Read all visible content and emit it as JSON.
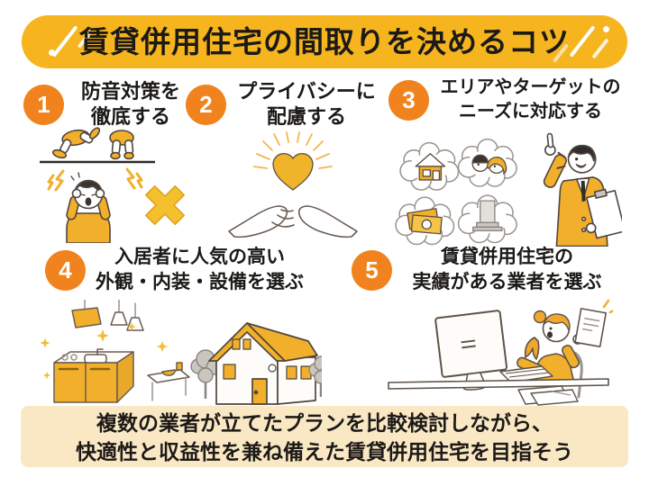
{
  "title": "賃貸併用住宅の間取りを決めるコツ",
  "tips": [
    {
      "number": "1",
      "line1": "防音対策を",
      "line2": "徹底する",
      "illustration": "noise-complaint-illustration"
    },
    {
      "number": "2",
      "line1": "プライバシーに",
      "line2": "配慮する",
      "illustration": "hands-holding-heart-illustration"
    },
    {
      "number": "3",
      "line1": "エリアやターゲットの",
      "line2": "ニーズに対応する",
      "illustration": "needs-thought-bubbles-illustration"
    },
    {
      "number": "4",
      "line1": "入居者に人気の高い",
      "line2": "外観・内装・設備を選ぶ",
      "illustration": "kitchen-and-house-illustration"
    },
    {
      "number": "5",
      "line1": "賃貸併用住宅の",
      "line2": "実績がある業者を選ぶ",
      "illustration": "woman-researching-at-computer-illustration"
    }
  ],
  "footer": {
    "line1": "複数の業者が立てたプランを比較検討しながら、",
    "line2": "快適性と収益性を兼ね備えた賃貸併用住宅を目指そう"
  },
  "colors": {
    "banner_yellow": "#F6B41F",
    "number_circle_orange": "#F0831E",
    "illustration_yellow": "#F2AF2B",
    "footer_cream": "#FAE8C5",
    "text_black": "#1C1A17",
    "background": "#FFFFFF"
  }
}
